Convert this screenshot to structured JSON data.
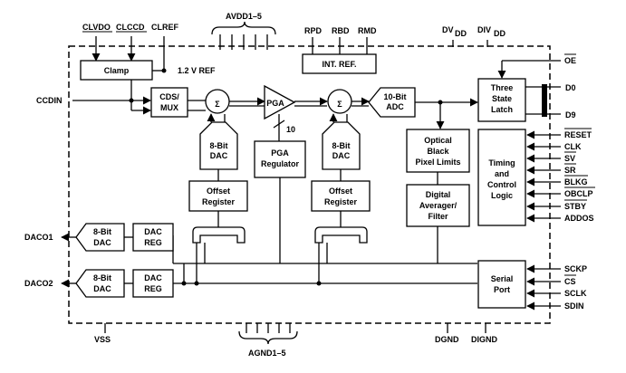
{
  "pins": {
    "clvdo": "CLVDO",
    "clccd": "CLCCD",
    "clref": "CLREF",
    "avdd": "AVDD1–5",
    "rpd": "RPD",
    "rbd": "RBD",
    "rmd": "RMD",
    "dvdd_main": "DV",
    "dvdd_sub": "DD",
    "divdd_main": "DIV",
    "divdd_sub": "DD",
    "oe": "OE",
    "d0": "D0",
    "d9": "D9",
    "reset": "RESET",
    "clk": "CLK",
    "sv": "SV",
    "sr": "SR",
    "blkg": "BLKG",
    "obclp": "OBCLP",
    "stby": "STBY",
    "addos": "ADDOS",
    "sckp": "SCKP",
    "cs": "CS",
    "sclk": "SCLK",
    "sdin": "SDIN",
    "ccdin": "CCDIN",
    "daco1": "DACO1",
    "daco2": "DACO2",
    "vss": "VSS",
    "agnd": "AGND1–5",
    "dgnd": "DGND",
    "digdnd": "DIGND"
  },
  "blocks": {
    "clamp": "Clamp",
    "ref_label": "1.2 V REF",
    "cds_1": "CDS/",
    "cds_2": "MUX",
    "sum": "Σ",
    "pga": "PGA",
    "bus_width": "10",
    "adc_1": "10-Bit",
    "adc_2": "ADC",
    "int_ref": "INT. REF.",
    "latch_1": "Three",
    "latch_2": "State",
    "latch_3": "Latch",
    "dac_1": "8-Bit",
    "dac_2": "DAC",
    "pga_reg_1": "PGA",
    "pga_reg_2": "Regulator",
    "offset_1": "Offset",
    "offset_2": "Register",
    "obpl_1": "Optical",
    "obpl_2": "Black",
    "obpl_3": "Pixel Limits",
    "dig_avg_1": "Digital",
    "dig_avg_2": "Averager/",
    "dig_avg_3": "Filter",
    "timing_1": "Timing",
    "timing_2": "and",
    "timing_3": "Control",
    "timing_4": "Logic",
    "dacreg_1": "DAC",
    "dacreg_2": "REG",
    "serial_1": "Serial",
    "serial_2": "Port"
  }
}
